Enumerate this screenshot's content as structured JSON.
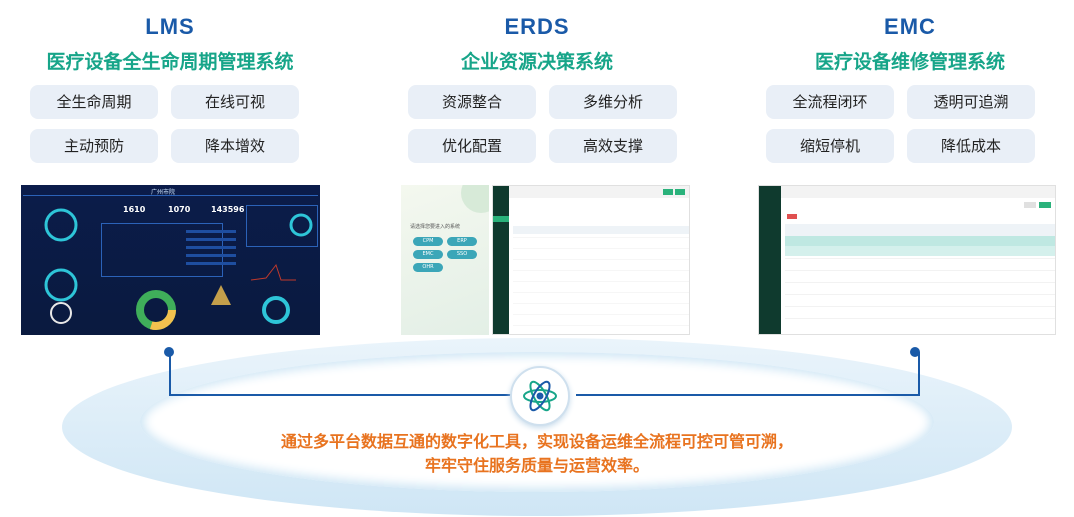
{
  "systems": [
    {
      "code": "LMS",
      "name": "医疗设备全生命周期管理系统",
      "features": [
        "全生命周期",
        "在线可视",
        "主动预防",
        "降本增效"
      ]
    },
    {
      "code": "ERDS",
      "name": "企业资源决策系统",
      "features": [
        "资源整合",
        "多维分析",
        "优化配置",
        "高效支撑"
      ]
    },
    {
      "code": "EMC",
      "name": "医疗设备维修管理系统",
      "features": [
        "全流程闭环",
        "透明可追溯",
        "缩短停机",
        "降低成本"
      ]
    }
  ],
  "dashboard": {
    "title": "广州市院",
    "stats": [
      "1610",
      "1070",
      "143596"
    ]
  },
  "erds_login": {
    "prompt": "请选择您要进入的系统",
    "buttons": [
      "CPM",
      "ERP",
      "EMC",
      "SSO",
      "OHR"
    ]
  },
  "statement": {
    "line1": "通过多平台数据互通的数字化工具，实现设备运维全流程可控可管可溯，",
    "line2": "牢牢守住服务质量与运营效率。"
  },
  "colors": {
    "code": "#1a5aa8",
    "name": "#17a589",
    "statement": "#e8731f",
    "feature_bg": "#e9eff7"
  }
}
